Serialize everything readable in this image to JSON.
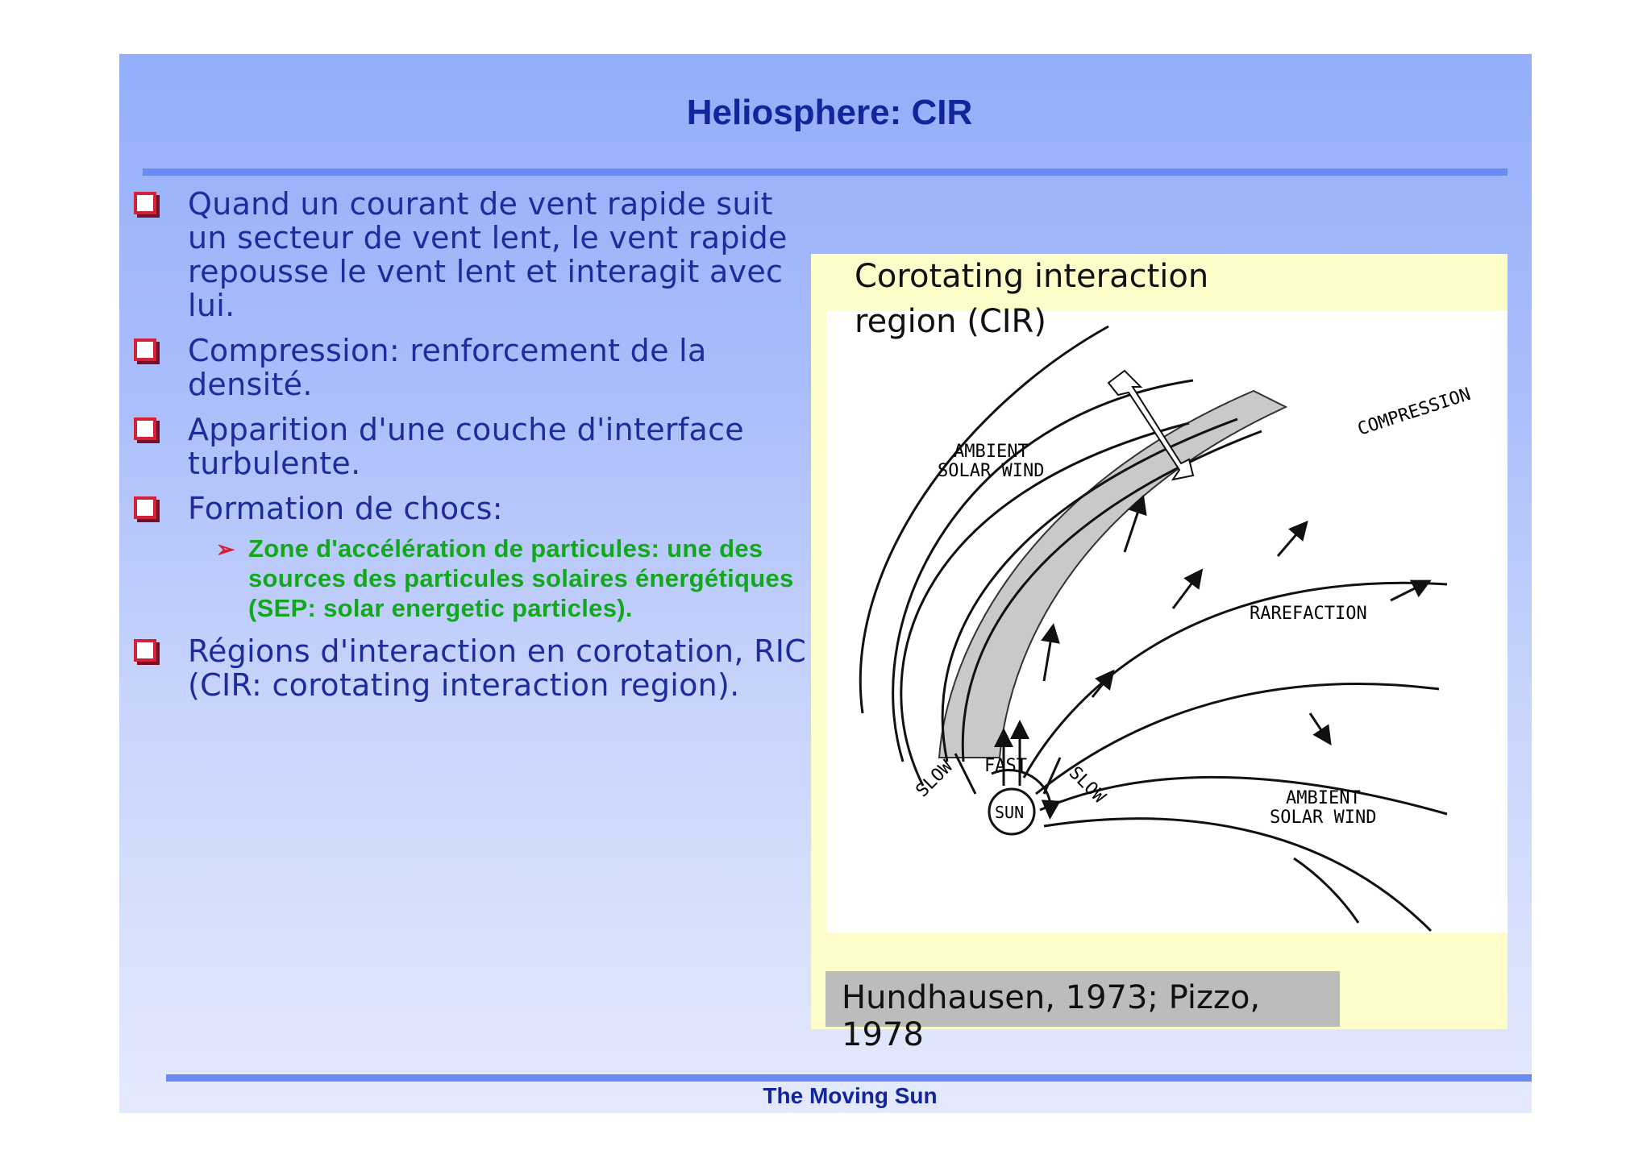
{
  "slide": {
    "title": "Heliosphere: CIR",
    "footer": "The Moving Sun"
  },
  "bullets": [
    {
      "text": "Quand un courant de vent rapide suit un secteur de vent lent, le vent rapide repousse le vent lent et interagit avec lui."
    },
    {
      "text": "Compression: renforcement de la densité."
    },
    {
      "text": "Apparition d'une couche d'interface turbulente."
    },
    {
      "text": "Formation de chocs:"
    },
    {
      "text": "Régions d'interaction en corotation, RIC (CIR: corotating interaction region)."
    }
  ],
  "sub_bullet": "Zone d'accélération de particules: une des sources des particules solaires énergétiques (SEP: solar energetic particles).",
  "figure": {
    "title_line1": "Corotating interaction",
    "title_line2": "region (CIR)",
    "labels": {
      "compression": "COMPRESSION",
      "ambient_a1": "AMBIENT",
      "ambient_a2": "SOLAR WIND",
      "rarefaction": "RAREFACTION",
      "fast": "FAST",
      "slow_left": "SLOW",
      "slow_right": "SLOW",
      "sun": "SUN",
      "ambient_b1": "AMBIENT",
      "ambient_b2": "SOLAR WIND"
    },
    "caption": "Hundhausen, 1973; Pizzo, 1978"
  },
  "colors": {
    "title": "#14249b",
    "bullet_text": "#1c2c9c",
    "sub_text": "#12a81b",
    "bullet_marker": "#d3203b",
    "rule": "#6a8cf2",
    "figure_bg": "#fefdc9"
  }
}
